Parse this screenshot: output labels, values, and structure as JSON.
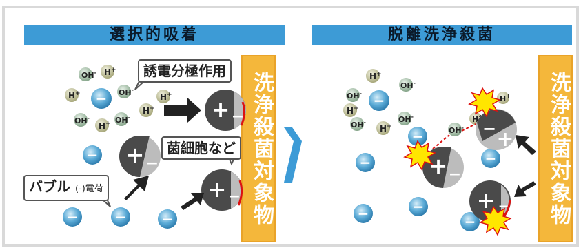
{
  "left_panel": {
    "title": "選択的吸着",
    "target_label": "洗浄殺菌対象物",
    "callout_induced": "誘電分極作用",
    "callout_bacteria": "菌細胞など",
    "callout_bubble_main": "バブル ",
    "callout_bubble_charge": "(-)電荷"
  },
  "right_panel": {
    "title": "脱離洗浄殺菌",
    "target_label": "洗浄殺菌対象物"
  },
  "ions": {
    "hydroxide": "OH",
    "hydroxide_sup": "-",
    "hydrogen": "H",
    "hydrogen_sup": "+"
  },
  "signs": {
    "minus": "−",
    "plus": "+"
  },
  "colors": {
    "header": "#3d9bd6",
    "target_box": "#f4b73b",
    "bubble": "#5aaad6",
    "particle_dark": "#4a4a4a",
    "particle_light": "#bcbcbc",
    "arrow_flow": "#3d9bd6",
    "burst": "#ffe600"
  }
}
